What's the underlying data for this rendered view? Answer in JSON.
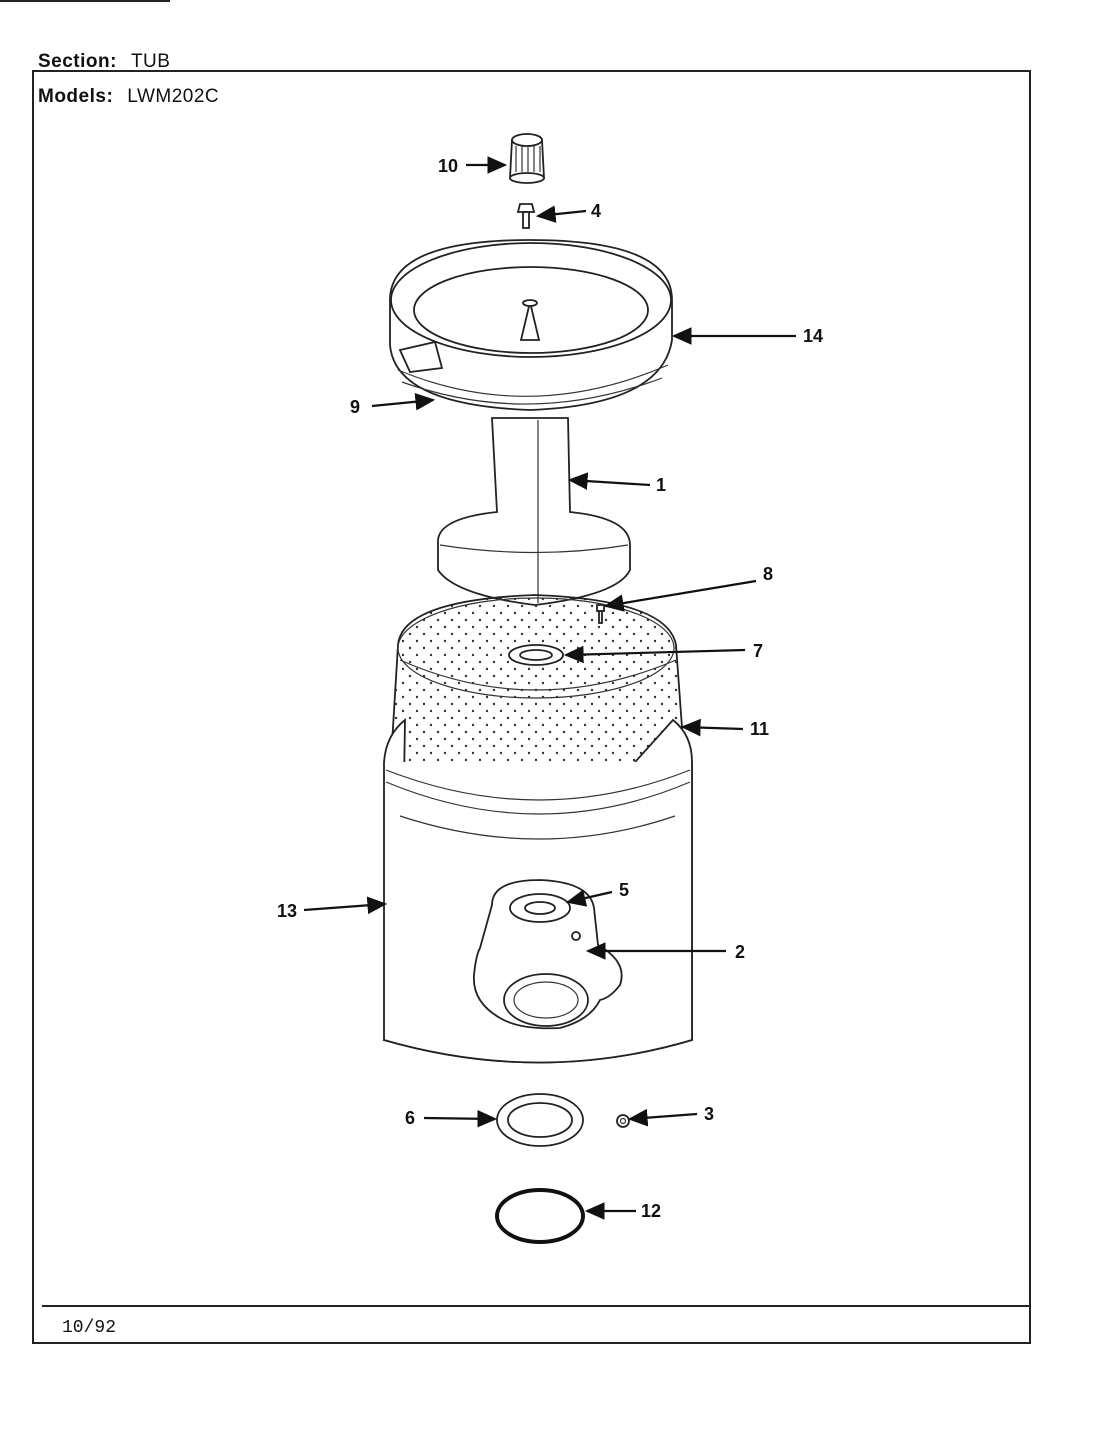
{
  "header": {
    "section_label": "Section:",
    "section_value": "TUB",
    "models_label": "Models:",
    "models_value": "LWM202C"
  },
  "footer": {
    "date": "10/92"
  },
  "callouts": [
    "1",
    "2",
    "3",
    "4",
    "5",
    "6",
    "7",
    "8",
    "9",
    "10",
    "11",
    "12",
    "13",
    "14"
  ]
}
